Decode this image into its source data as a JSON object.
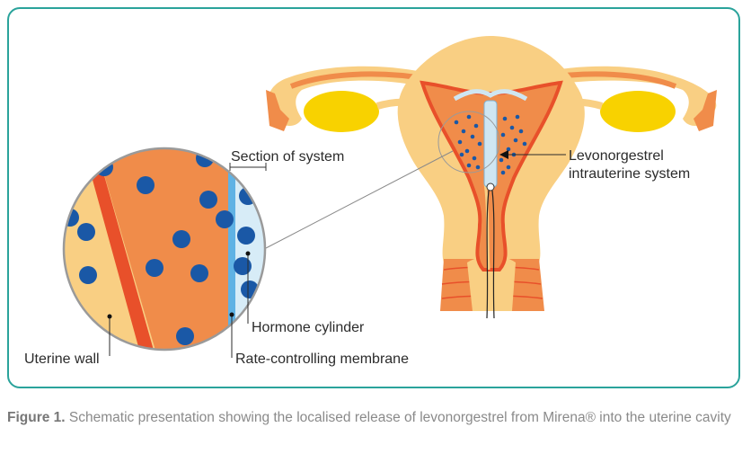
{
  "labels": {
    "section_of_system": "Section of system",
    "levonorgestrel_line1": "Levonorgestrel",
    "levonorgestrel_line2": "intrauterine system",
    "hormone_cylinder": "Hormone cylinder",
    "uterine_wall": "Uterine wall",
    "rate_membrane": "Rate-controlling membrane"
  },
  "caption": {
    "label": "Figure 1.",
    "text": " Schematic presentation showing the localised release of levonorgestrel from Mirena® into the uterine cavity"
  },
  "colors": {
    "frame": "#2aa39b",
    "uterus_outer": "#f9cf83",
    "uterus_inner": "#f08c4a",
    "uterus_line": "#e8502a",
    "ovary": "#f8d200",
    "hormone_dots": "#1a58a6",
    "device": "#cfe6f2"
  }
}
